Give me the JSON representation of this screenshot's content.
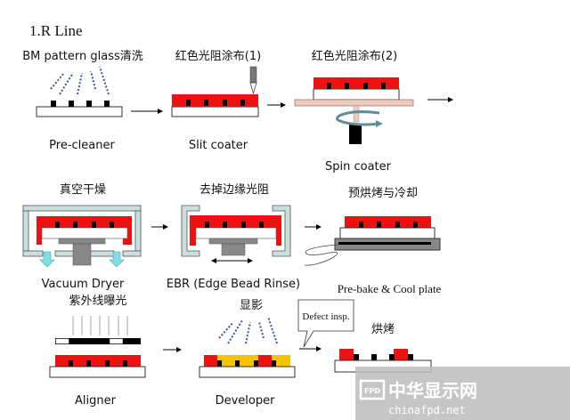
{
  "title": "1.R Line",
  "colors": {
    "photoresist": "#ee1111",
    "developed": "#f5c400",
    "chamber": "#c9e0de",
    "plate": "#f0c8bc",
    "stage": "#888888",
    "bm": "#000000",
    "flow_arrow": "#7fdde6"
  },
  "steps": [
    {
      "label_top": "BM pattern glass清洗",
      "caption": "Pre-cleaner"
    },
    {
      "label_top": "红色光阻涂布(1)",
      "caption": "Slit coater"
    },
    {
      "label_top": "红色光阻涂布(2)",
      "caption": "Spin coater"
    },
    {
      "label_top": "真空干燥",
      "caption": "Vacuum Dryer"
    },
    {
      "label_top": "去掉边缘光阻",
      "caption": "EBR (Edge Bead Rinse)"
    },
    {
      "label_top": "预烘烤与冷却",
      "caption": "Pre-bake & Cool plate"
    },
    {
      "label_top": "紫外线曝光",
      "caption": "Aligner"
    },
    {
      "label_top": "显影",
      "caption": "Developer"
    },
    {
      "label_top": "烘烤",
      "caption": ""
    }
  ],
  "callout": "Defect insp.",
  "watermark": {
    "name": "中华显示网",
    "url": "chinafpd.net",
    "logo": "FPD"
  }
}
